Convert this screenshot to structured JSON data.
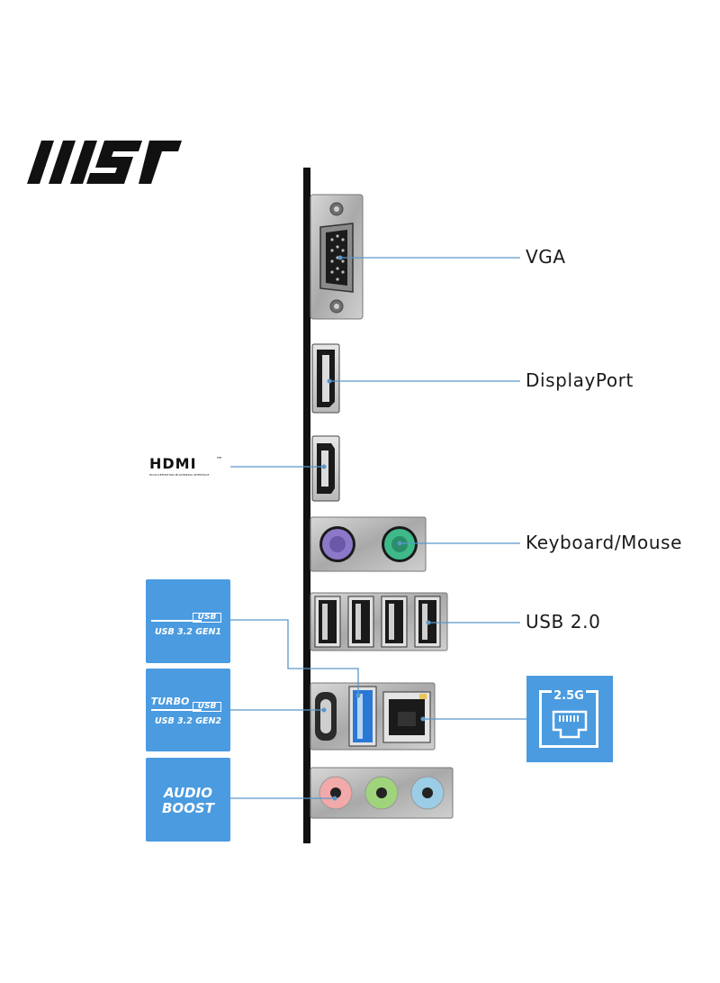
{
  "brand": {
    "name": "MSI"
  },
  "labels": {
    "vga": "VGA",
    "displayport": "DisplayPort",
    "keyboard_mouse": "Keyboard/Mouse",
    "usb20": "USB 2.0"
  },
  "hdmi_logo": {
    "wordmark": "HDMI",
    "tm": "™",
    "tagline": "HIGH-DEFINITION MULTIMEDIA INTERFACE"
  },
  "badges": {
    "usb_gen1": {
      "mark": "USB",
      "spec": "USB 3.2 GEN1"
    },
    "usb_gen2": {
      "prefix": "TURBO",
      "mark": "USB",
      "spec": "USB 3.2 GEN2"
    },
    "audio": {
      "line1": "AUDIO",
      "line2": "BOOST"
    },
    "lan": {
      "speed": "2.5G"
    }
  },
  "colors": {
    "badge_blue": "#4a9be0",
    "callout_line": "#5a97c9",
    "ps2_keyboard": "#8c78c8",
    "ps2_mouse": "#3fb98a",
    "usb3_port": "#2a78d6",
    "audio_pink": "#f2a9a9",
    "audio_green": "#9fd47c",
    "audio_blue": "#9ccde6"
  }
}
